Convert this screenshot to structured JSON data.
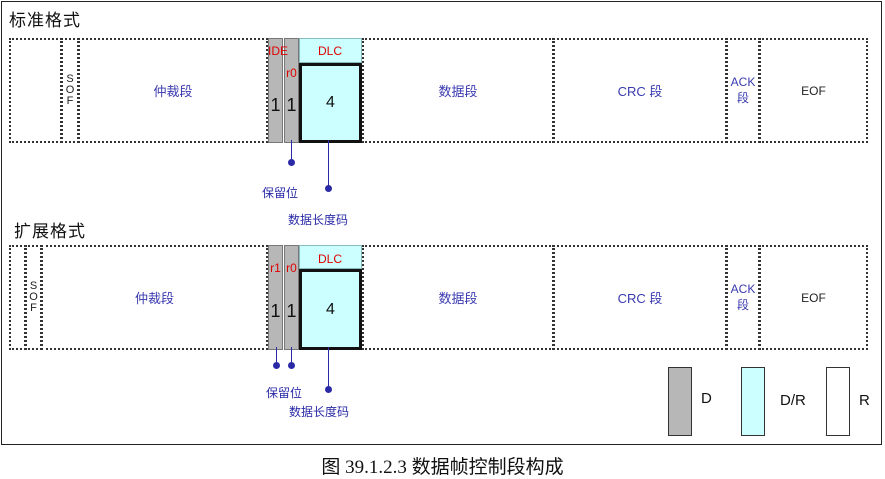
{
  "standard": {
    "title": "标准格式",
    "sof_letters": [
      "S",
      "O",
      "F"
    ],
    "arbitration": "仲裁段",
    "ide": "IDE",
    "r0": "r0",
    "dlc": "DLC",
    "bit_a": "1",
    "bit_b": "1",
    "dlc_value": "4",
    "data": "数据段",
    "crc": "CRC 段",
    "ack_line1": "ACK",
    "ack_line2": "段",
    "eof": "EOF",
    "reserved_note": "保留位",
    "dlc_note": "数据长度码"
  },
  "extended": {
    "title": "扩展格式",
    "sof_letters": [
      "S",
      "O",
      "F"
    ],
    "arbitration": "仲裁段",
    "r1": "r1",
    "r0": "r0",
    "dlc": "DLC",
    "bit_a": "1",
    "bit_b": "1",
    "dlc_value": "4",
    "data": "数据段",
    "crc": "CRC 段",
    "ack_line1": "ACK",
    "ack_line2": "段",
    "eof": "EOF",
    "reserved_note": "保留位",
    "dlc_note": "数据长度码"
  },
  "legend": {
    "dominant": "D",
    "dominant_recessive": "D/R",
    "recessive": "R",
    "colors": {
      "dominant": "#b7b7b7",
      "dominant_recessive": "#ccffff",
      "recessive": "#ffffff"
    }
  },
  "caption": "图 39.1.2.3  数据帧控制段构成"
}
